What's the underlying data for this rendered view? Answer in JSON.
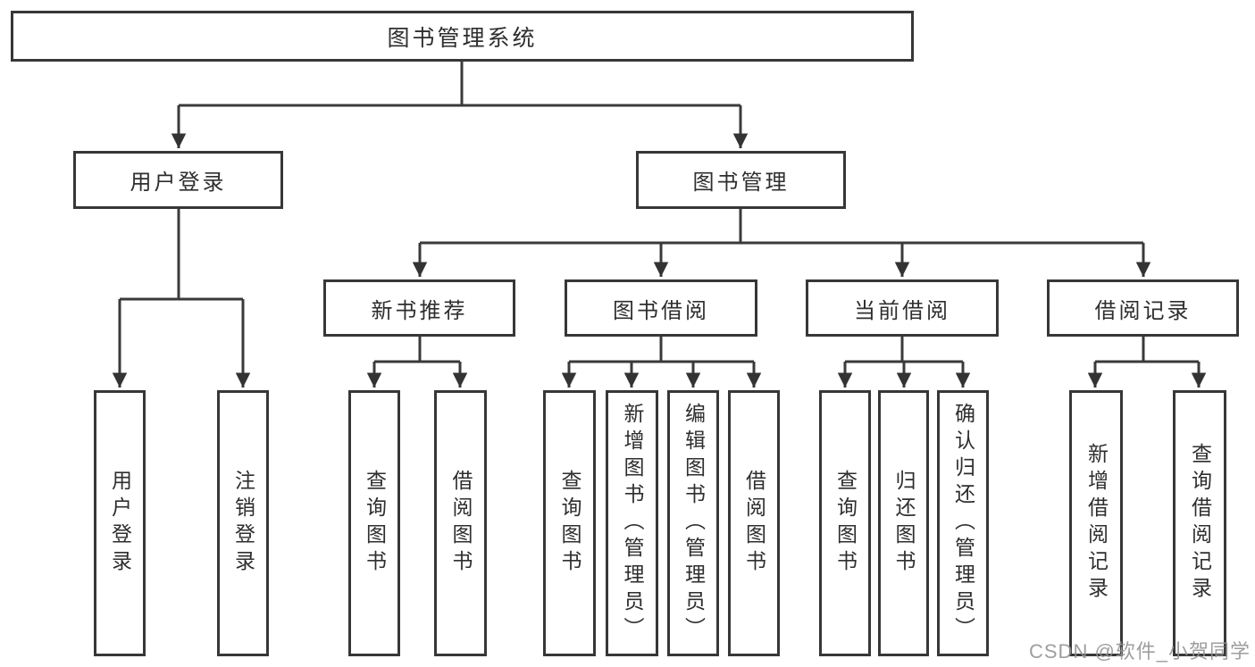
{
  "diagram": {
    "root": {
      "label": "图书管理系统"
    },
    "level2": {
      "user_login": {
        "label": "用户登录"
      },
      "book_mgmt": {
        "label": "图书管理"
      }
    },
    "level3": {
      "new_books": {
        "label": "新书推荐"
      },
      "book_borrow": {
        "label": "图书借阅"
      },
      "current_borrow": {
        "label": "当前借阅"
      },
      "borrow_records": {
        "label": "借阅记录"
      }
    },
    "leaves": {
      "user_login": [
        "用户登录",
        "注销登录"
      ],
      "new_books": [
        "查询图书",
        "借阅图书"
      ],
      "book_borrow": [
        "查询图书",
        "新增图书（管理员）",
        "编辑图书（管理员）",
        "借阅图书"
      ],
      "current_borrow": [
        "查询图书",
        "归还图书",
        "确认归还（管理员）"
      ],
      "borrow_records": [
        "新增借阅记录",
        "查询借阅记录"
      ]
    }
  },
  "watermark": {
    "text": "CSDN @软件_小贺同学"
  },
  "colors": {
    "line": "#3a3a3a",
    "box_border": "#373737",
    "text": "#2e2e2e",
    "background": "#ffffff",
    "watermark": "#949494"
  }
}
